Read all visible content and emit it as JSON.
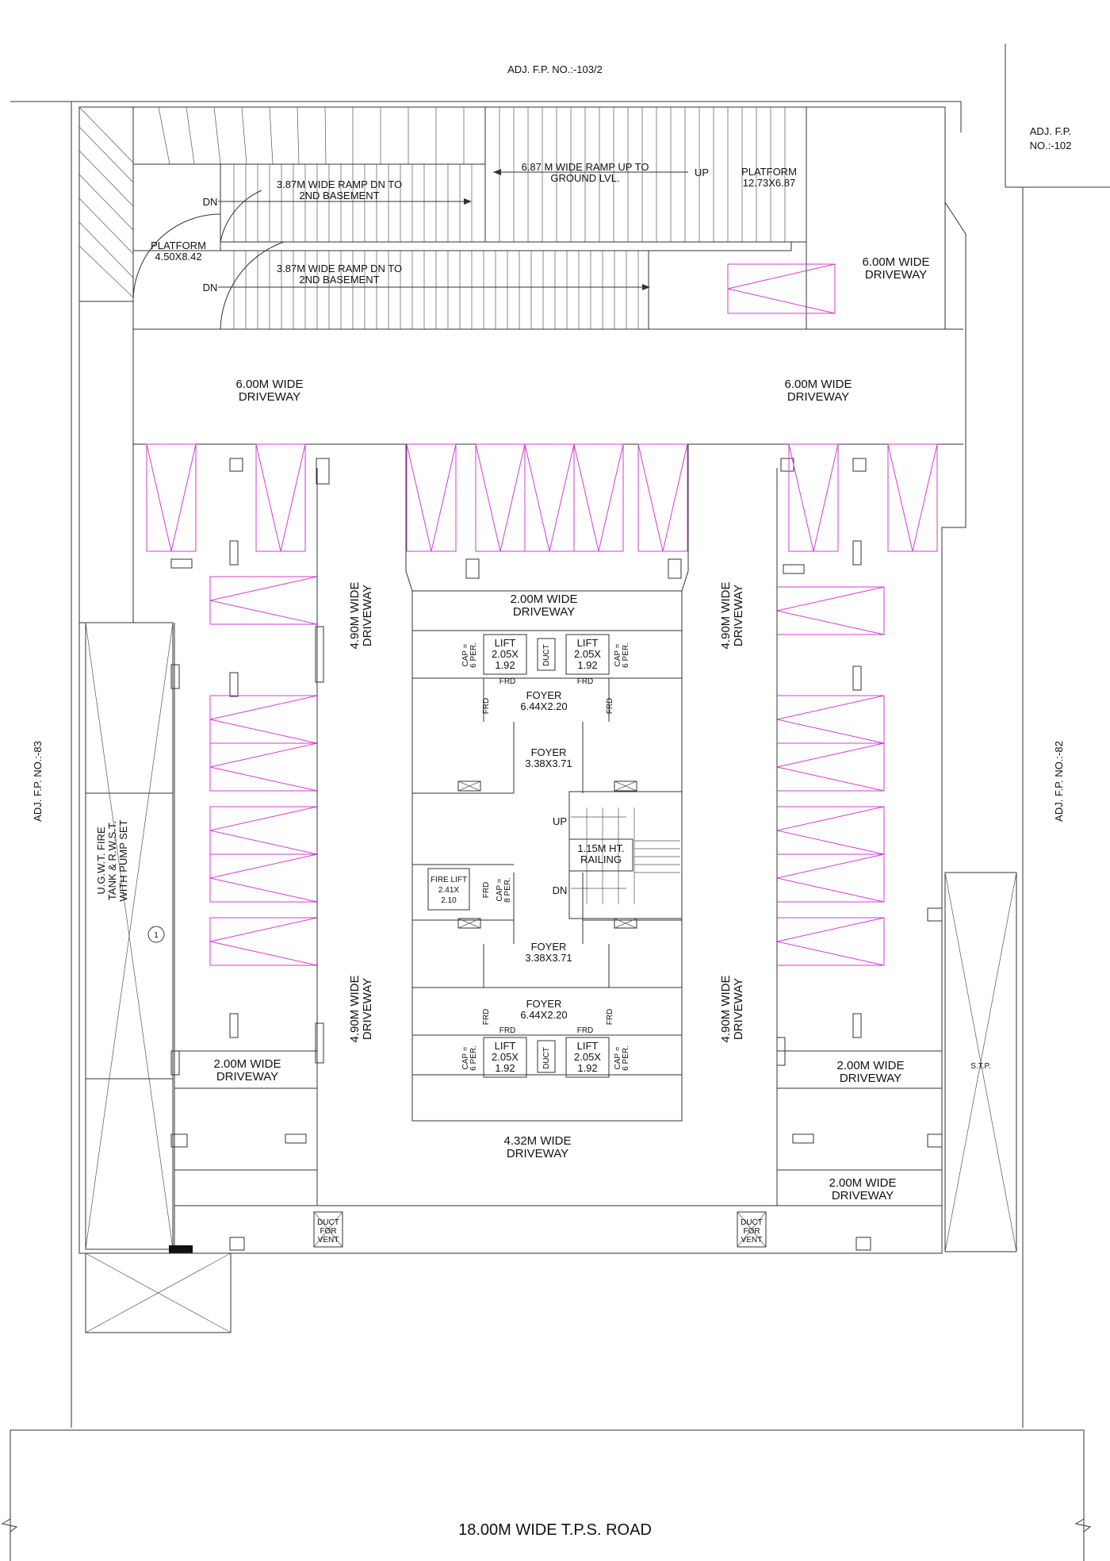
{
  "adjacent": {
    "north": "ADJ. F.P. NO.:-103/2",
    "northeast_line1": "ADJ. F.P.",
    "northeast_line2": "NO.:-102",
    "west": "ADJ. F.P. NO.:-83",
    "east": "ADJ. F.P. NO.:-82"
  },
  "road": "18.00M WIDE T.P.S. ROAD",
  "ramps": {
    "up_ramp_line1": "6.87 M WIDE RAMP UP TO",
    "up_ramp_line2": "GROUND LVL.",
    "up_label": "UP",
    "ramp_dn_1_line1": "3.87M WIDE RAMP DN TO",
    "ramp_dn_1_line2": "2ND BASEMENT",
    "ramp_dn_2_line1": "3.87M WIDE RAMP DN TO",
    "ramp_dn_2_line2": "2ND BASEMENT",
    "dn_label": "DN"
  },
  "platforms": {
    "left_line1": "PLATFORM",
    "left_line2": "4.50X8.42",
    "right_line1": "PLATFORM",
    "right_line2": "12.73X6.87"
  },
  "driveways": {
    "d600": "6.00M WIDE",
    "d490": "4.90M WIDE",
    "d200": "2.00M WIDE",
    "d432": "4.32M WIDE",
    "word": "DRIVEWAY"
  },
  "core": {
    "lift": "LIFT",
    "lift_dim1": "2.05X",
    "lift_dim2": "1.92",
    "duct": "DUCT",
    "frd": "FRD",
    "cap6_line1": "CAP =",
    "cap6_line2": "6 PER.",
    "cap8_line1": "CAP =",
    "cap8_line2": "8 PER.",
    "foyer": "FOYER",
    "foyer_large": "6.44X2.20",
    "foyer_small": "3.38X3.71",
    "stair_up": "UP",
    "stair_dn": "DN",
    "railing_line1": "1.15M HT.",
    "railing_line2": "RAILING",
    "fire_lift": "FIRE LIFT",
    "fire_lift_dim1": "2.41X",
    "fire_lift_dim2": "2.10"
  },
  "tank": {
    "line1": "U.G.W.T. FIRE",
    "line2": "TANK & R.W.S.T.",
    "line3": "WITH PUMP SET",
    "marker": "1"
  },
  "stp": "S.T.P.",
  "vent": {
    "line1": "DUCT",
    "line2": "FOR",
    "line3": "VENT"
  }
}
